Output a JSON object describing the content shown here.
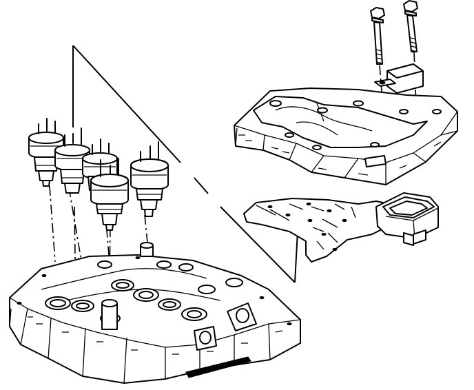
{
  "diagram": {
    "parts": [
      {
        "id": "shift-solenoids",
        "count": 5
      },
      {
        "id": "valve-body"
      },
      {
        "id": "pressure-switch-assembly"
      },
      {
        "id": "pressure-switch-gasket"
      },
      {
        "id": "mounting-bolts",
        "count": 2
      }
    ]
  }
}
